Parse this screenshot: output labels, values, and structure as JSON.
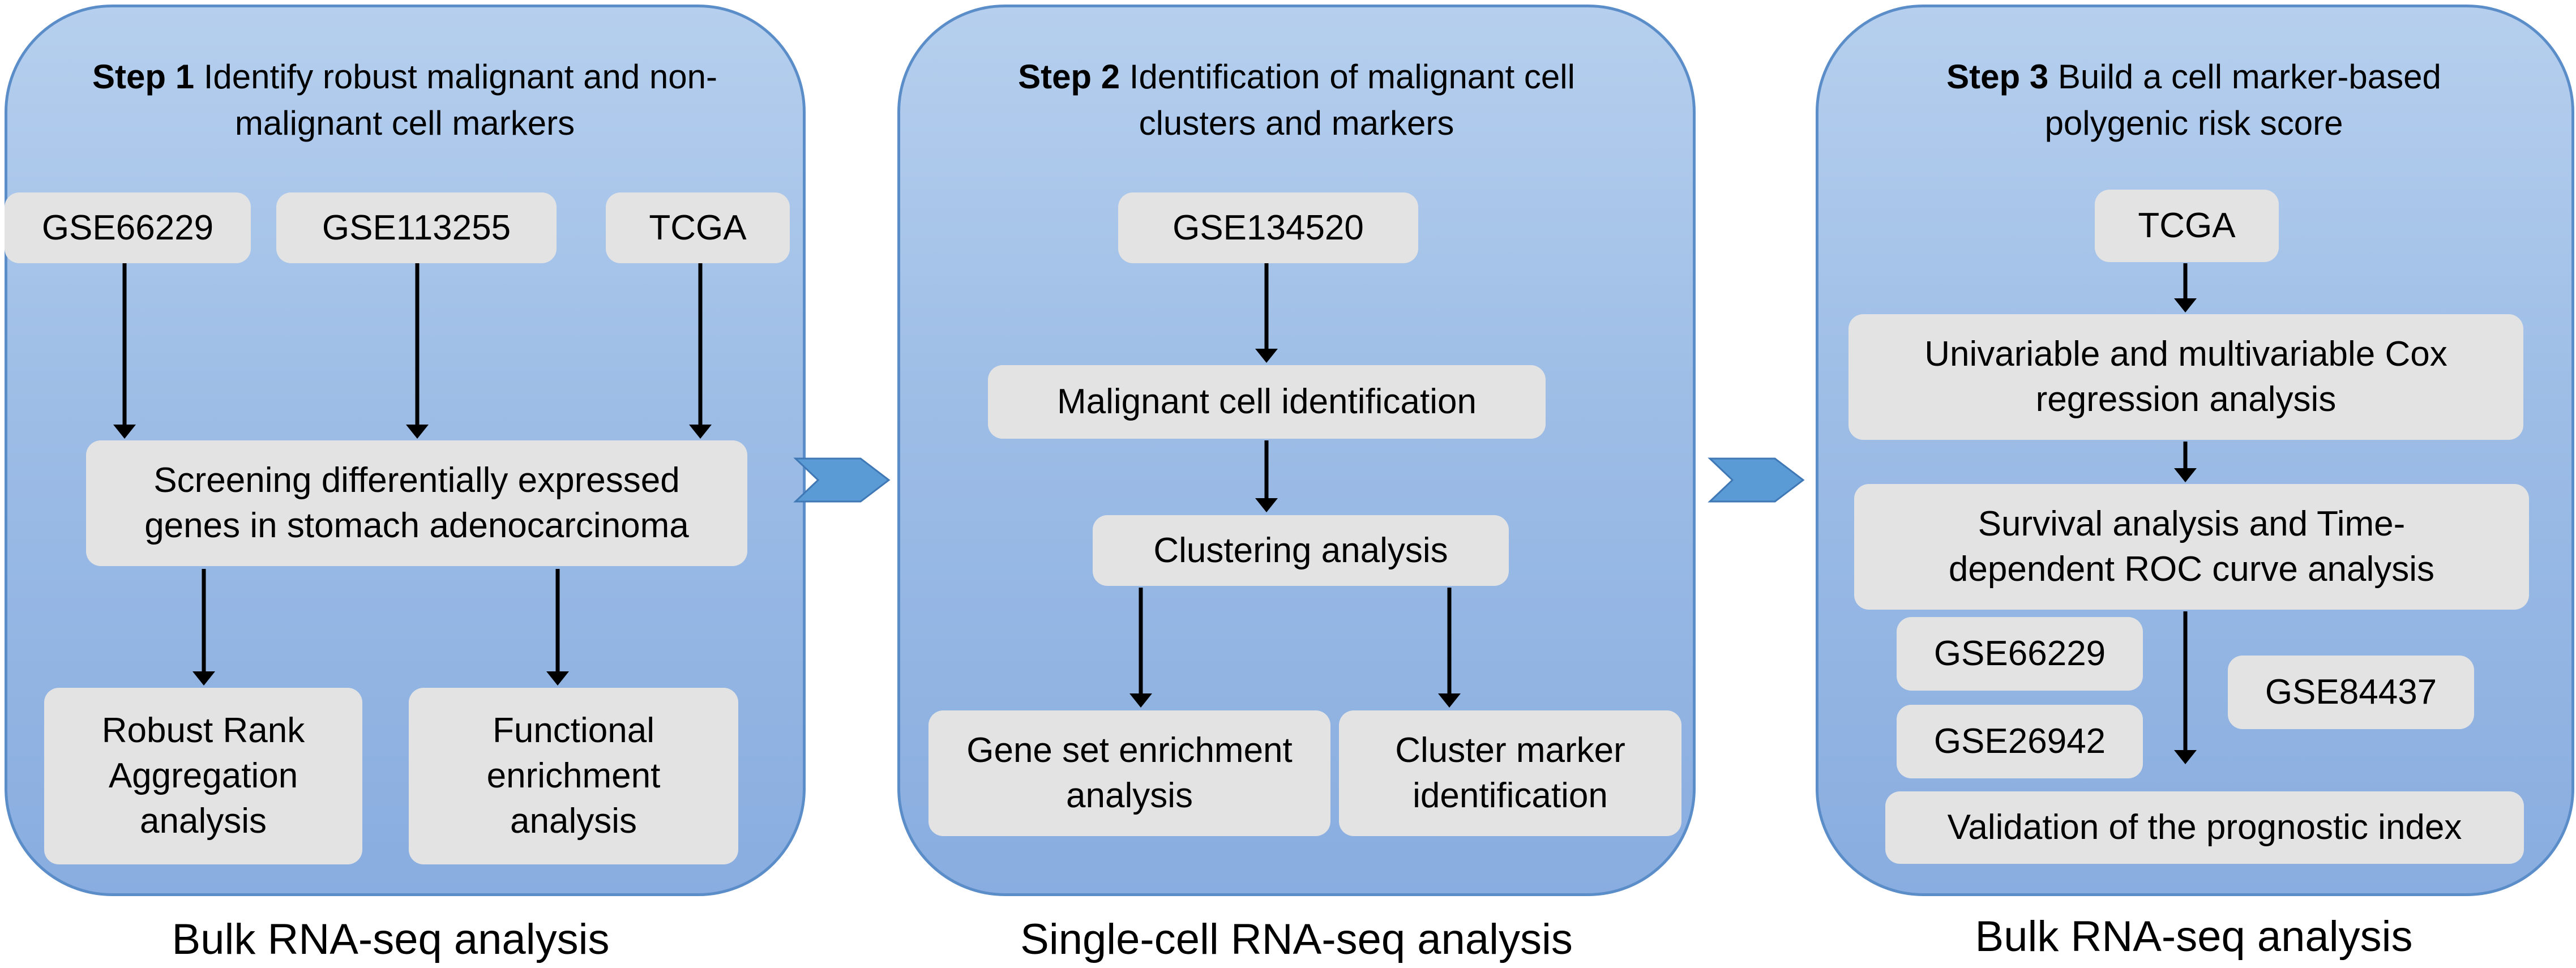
{
  "step1": {
    "step_label": "Step 1",
    "title_rest": " Identify robust malignant and non-malignant cell markers",
    "sources": [
      "GSE66229",
      "GSE113255",
      "TCGA"
    ],
    "screening": "Screening differentially expressed genes in stomach adenocarcinoma",
    "rra": "Robust Rank Aggregation analysis",
    "functional": "Functional enrichment analysis",
    "caption": "Bulk RNA-seq analysis"
  },
  "step2": {
    "step_label": "Step 2",
    "title_rest": " Identification of malignant cell clusters and markers",
    "source": "GSE134520",
    "malignant_id": "Malignant cell identification",
    "clustering": "Clustering analysis",
    "gsea": "Gene set enrichment analysis",
    "cluster_marker": "Cluster marker identification",
    "caption": "Single-cell RNA-seq analysis"
  },
  "step3": {
    "step_label": "Step 3",
    "title_rest": " Build a cell marker-based polygenic risk score",
    "source": "TCGA",
    "cox": "Univariable and multivariable Cox regression analysis",
    "survival": "Survival analysis and Time-dependent ROC curve analysis",
    "validation_sets": [
      "GSE66229",
      "GSE26942",
      "GSE84437"
    ],
    "validation": "Validation of the prognostic index",
    "caption": "Bulk RNA-seq analysis"
  },
  "colors": {
    "panel_border": "#5b8dc9",
    "box_fill": "#e3e3e3",
    "chevron": "#5b9bd5"
  }
}
